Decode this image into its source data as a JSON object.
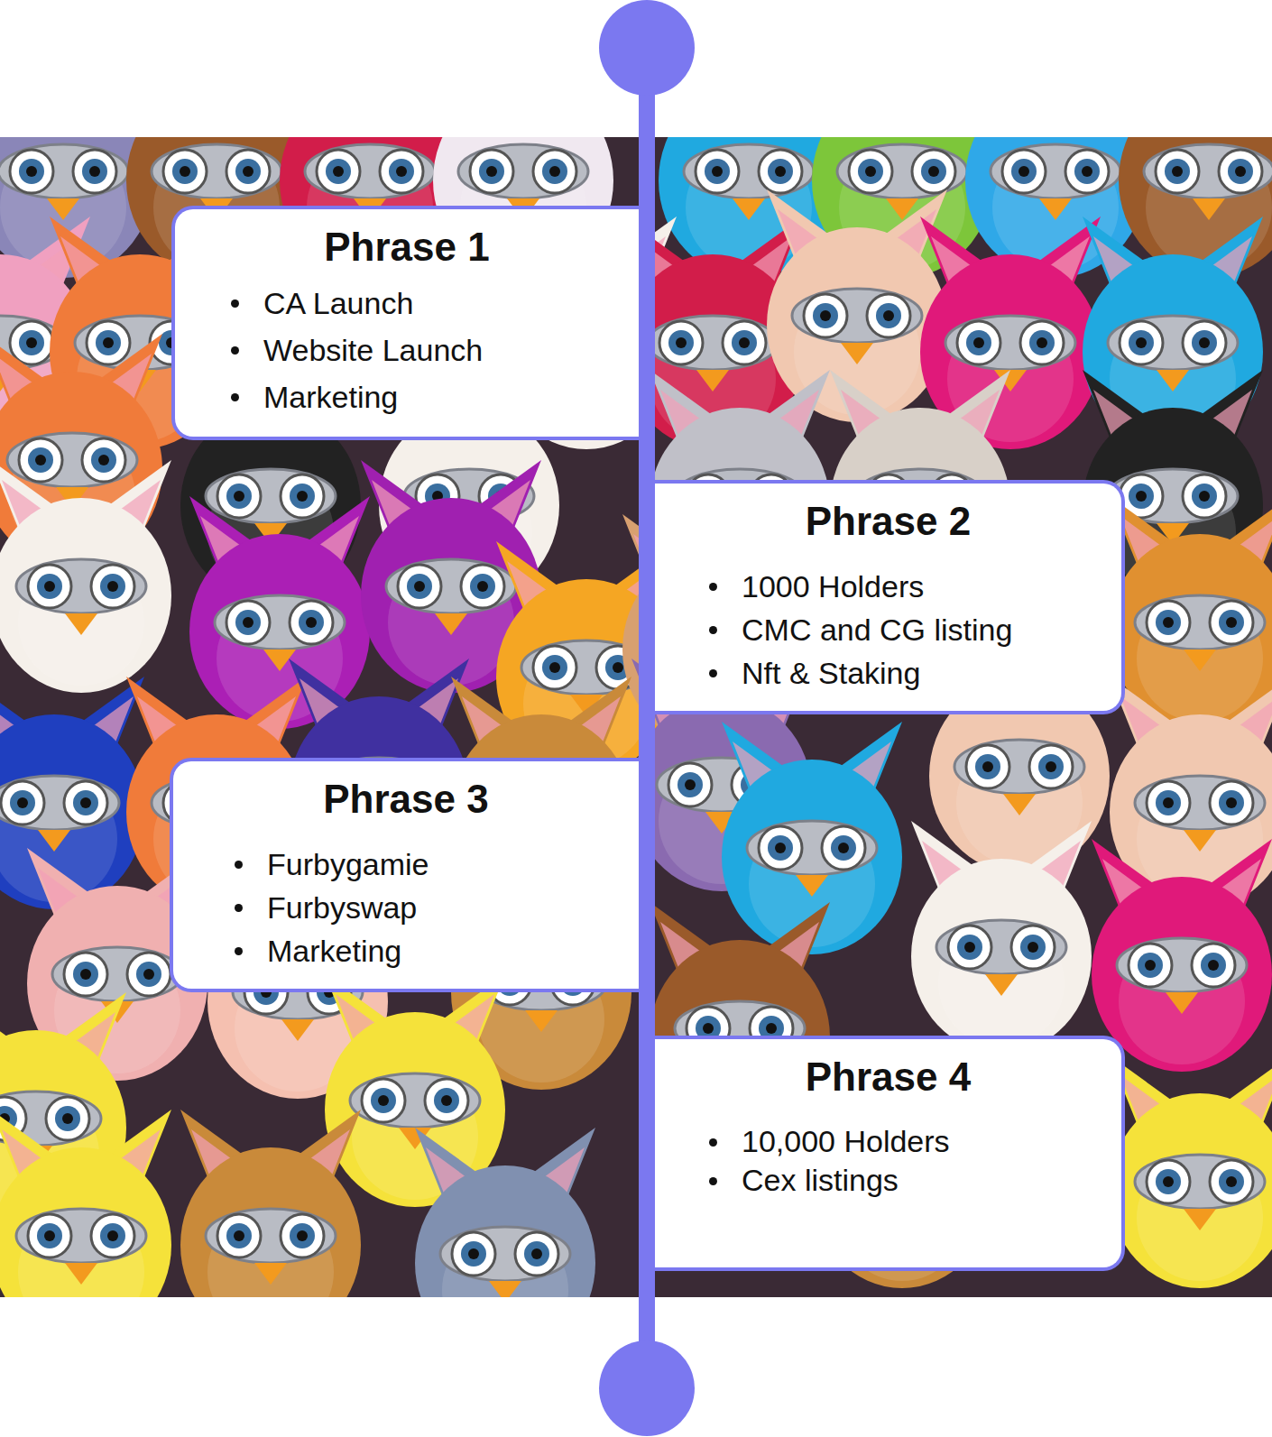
{
  "diagram": {
    "nodes": [
      {
        "text": [
          "Phrase 1",
          "CA Launch",
          "Website Launch",
          "Marketing"
        ]
      },
      {
        "text": [
          "Phrase 2",
          "1000 Holders",
          "CMC and CG listing",
          "Nft & Staking"
        ]
      },
      {
        "text": [
          "Phrase 3",
          "Furbygamie",
          "Furbyswap",
          "Marketing"
        ]
      },
      {
        "text": [
          "Phrase 4",
          "10,000 Holders",
          "Cex listings"
        ]
      }
    ]
  }
}
